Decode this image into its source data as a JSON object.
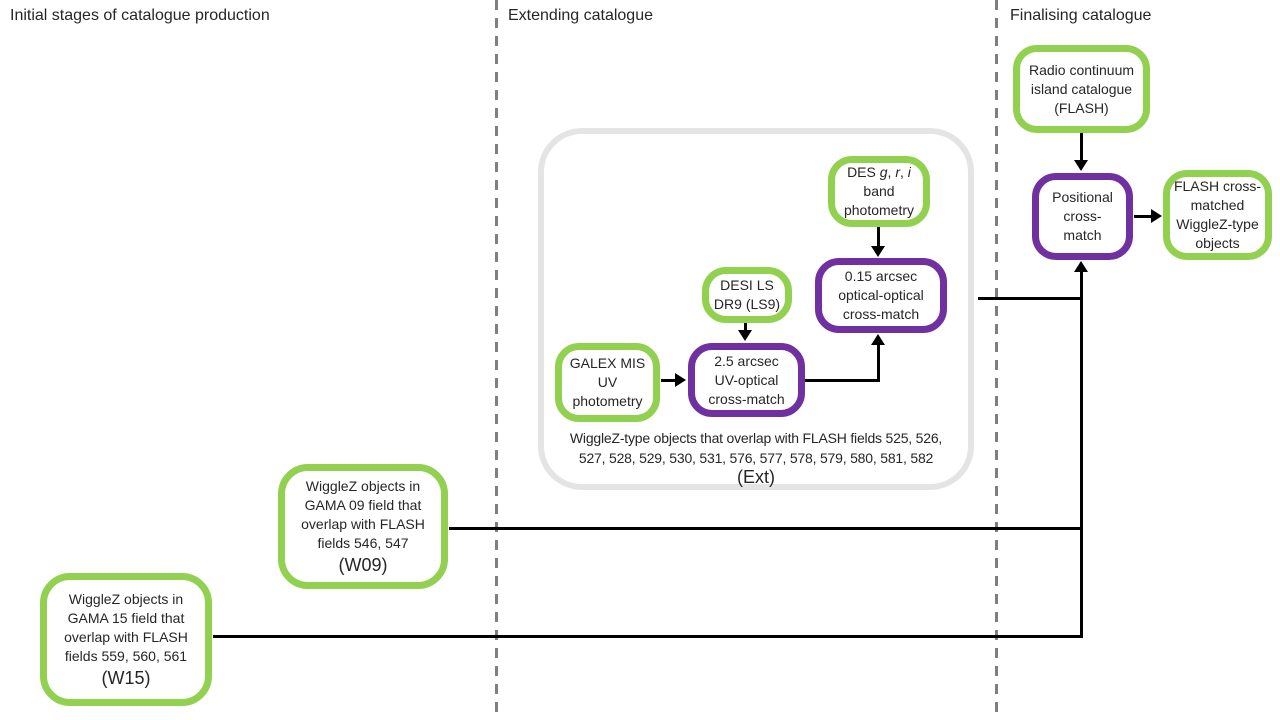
{
  "colors": {
    "green": "#92d050",
    "purple": "#7030a0",
    "connector": "#000000",
    "container_border": "#e4e4e4",
    "divider": "#7f7f7f",
    "text": "#262626",
    "background": "#ffffff"
  },
  "headers": {
    "initial": "Initial stages of catalogue production",
    "extending": "Extending catalogue",
    "finalising": "Finalising catalogue"
  },
  "nodes": {
    "w15": {
      "lines": [
        "WiggleZ objects in",
        "GAMA 15 field that",
        "overlap with FLASH",
        "fields 559, 560, 561"
      ],
      "tag": "(W15)"
    },
    "w09": {
      "lines": [
        "WiggleZ objects in",
        "GAMA 09 field that",
        "overlap with FLASH",
        "fields 546, 547"
      ],
      "tag": "(W09)"
    },
    "galex": {
      "lines": [
        "GALEX MIS",
        "UV",
        "photometry"
      ]
    },
    "desi": {
      "lines": [
        "DESI LS",
        "DR9 (LS9)"
      ]
    },
    "des": {
      "p1": "DES ",
      "i1": "g",
      "s1": ", ",
      "i2": "r",
      "s2": ", ",
      "i3": "i",
      "lines": [
        "band",
        "photometry"
      ]
    },
    "uv_match": {
      "lines": [
        "2.5 arcsec",
        "UV-optical",
        "cross-match"
      ]
    },
    "opt_match": {
      "lines": [
        "0.15 arcsec",
        "optical-optical",
        "cross-match"
      ]
    },
    "radio": {
      "lines": [
        "Radio continuum",
        "island catalogue",
        "(FLASH)"
      ]
    },
    "positional": {
      "lines": [
        "Positional",
        "cross-",
        "match"
      ]
    },
    "flash_out": {
      "lines": [
        "FLASH cross-",
        "matched",
        "WiggleZ-type",
        "objects"
      ]
    }
  },
  "ext_group": {
    "caption_lines": [
      "WiggleZ-type objects that overlap with FLASH fields 525, 526,",
      "527, 528, 529, 530, 531, 576, 577, 578, 579, 580, 581, 582"
    ],
    "tag": "(Ext)"
  }
}
